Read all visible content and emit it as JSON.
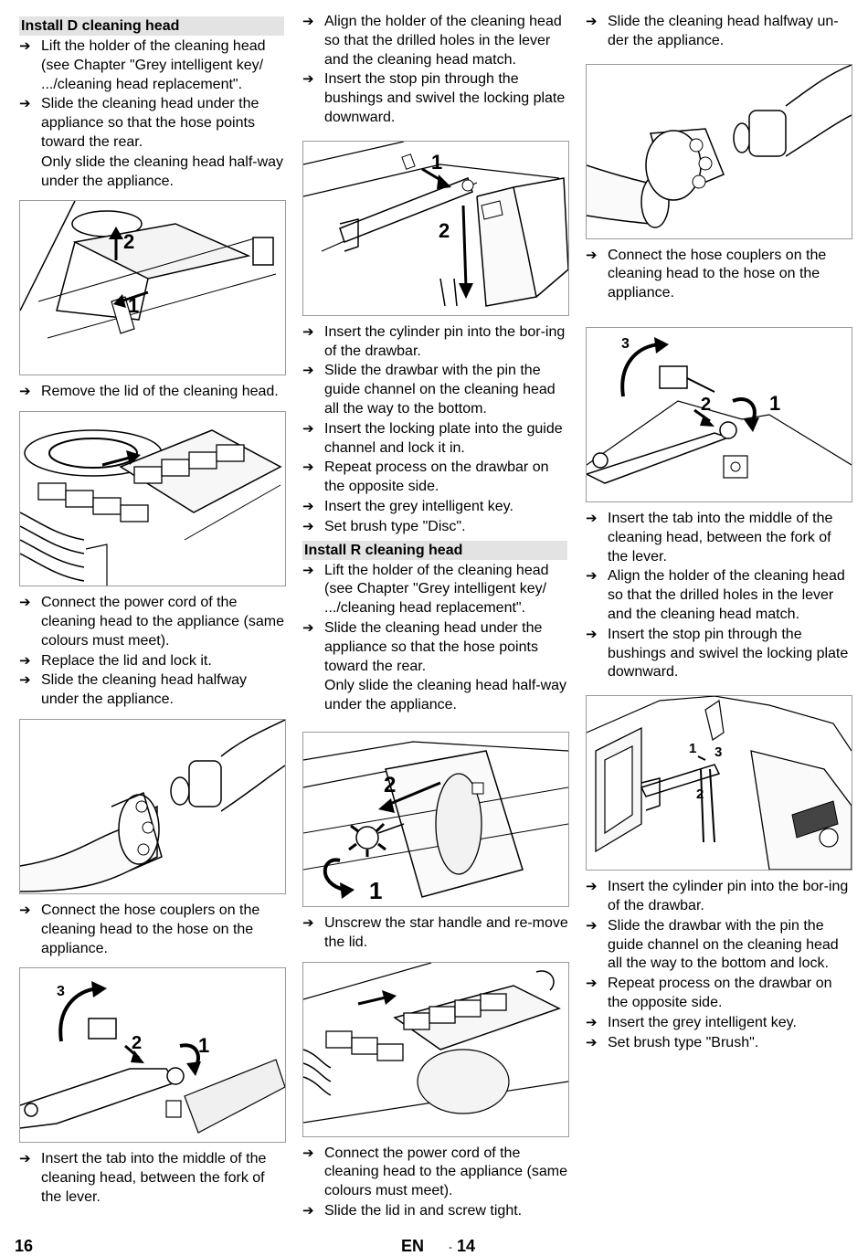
{
  "arrow_glyph": "➔",
  "col1": {
    "heading": "Install D cleaning head",
    "steps_a": [
      "Lift the holder of the cleaning head (see Chapter \"Grey intelligent key/ .../cleaning head replacement\".",
      "Slide the cleaning head under the appliance so that the hose points toward the rear."
    ],
    "note_a": "Only slide the cleaning head half-way under the appliance.",
    "fig1_labels": [
      "2",
      "1"
    ],
    "steps_b": [
      "Remove the lid of the cleaning head."
    ],
    "steps_c": [
      "Connect the power cord of the cleaning head to the appliance (same colours must meet).",
      "Replace the lid and lock it.",
      "Slide the cleaning head halfway under the appliance."
    ],
    "steps_d": [
      "Connect the hose couplers on the cleaning head to the hose on the appliance."
    ],
    "fig5_labels": [
      "3",
      "2",
      "1"
    ],
    "steps_e": [
      "Insert the tab into the middle of the cleaning head, between the fork of the lever."
    ]
  },
  "col2": {
    "steps_a": [
      "Align the holder of the cleaning head so that the drilled holes in the lever and the cleaning head match.",
      "Insert the stop pin through the bushings and swivel the locking plate downward."
    ],
    "fig1_labels": [
      "1",
      "2"
    ],
    "steps_b": [
      "Insert the cylinder pin into the bor-ing of the drawbar.",
      "Slide the drawbar with the pin the guide channel on the cleaning head all the way to the bottom.",
      "Insert the locking plate into the guide channel and lock it in.",
      "Repeat process on the drawbar on the opposite side.",
      "Insert the grey intelligent key.",
      "Set brush type \"Disc\"."
    ],
    "heading": "Install R cleaning head",
    "steps_c": [
      "Lift the holder of the cleaning head (see Chapter \"Grey intelligent key/ .../cleaning head replacement\".",
      "Slide the cleaning head under the appliance so that the hose points toward the rear."
    ],
    "note_c": "Only slide the cleaning head half-way under the appliance.",
    "fig2_labels": [
      "2",
      "1"
    ],
    "steps_d": [
      "Unscrew the star handle and re-move the lid."
    ],
    "steps_e": [
      "Connect the power cord of the cleaning head to the appliance (same colours must meet).",
      "Slide the lid in and screw tight."
    ]
  },
  "col3": {
    "steps_a": [
      "Slide the cleaning head halfway un-der the appliance."
    ],
    "steps_b": [
      "Connect the hose couplers on the cleaning head to the hose on the appliance."
    ],
    "fig2_labels": [
      "3",
      "2",
      "1"
    ],
    "steps_c": [
      "Insert the tab into the middle of the cleaning head, between the fork of the lever.",
      "Align the holder of the cleaning head so that the drilled holes in the lever and the cleaning head match.",
      "Insert the stop pin through the bushings and swivel the locking plate downward."
    ],
    "fig3_labels": [
      "1",
      "3",
      "2"
    ],
    "steps_d": [
      "Insert the cylinder pin into the bor-ing of the drawbar.",
      "Slide the drawbar with the pin the guide channel on the cleaning head all the way to the bottom and lock.",
      "Repeat process on the drawbar on the opposite side.",
      "Insert the grey intelligent key.",
      "Set brush type \"Brush\"."
    ]
  },
  "footer": {
    "page_left": "16",
    "lang": "EN",
    "dash": "-",
    "page_code": "14"
  }
}
